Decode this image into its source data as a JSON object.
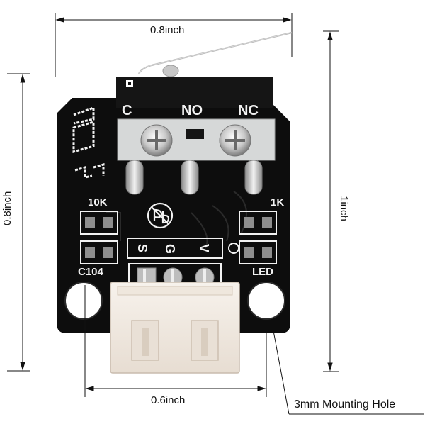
{
  "dimensions": {
    "top_width": "0.8inch",
    "left_height": "0.8inch",
    "right_height": "1inch",
    "bottom_width": "0.6inch",
    "mounting_hole": "3mm Mounting Hole"
  },
  "board_labels": {
    "c": "C",
    "no": "NO",
    "nc": "NC",
    "r10k": "10K",
    "r1k": "1K",
    "c104": "C104",
    "led": "LED",
    "s": "S",
    "g": "G",
    "v": "V"
  },
  "colors": {
    "pcb": "#0d0d0d",
    "silkscreen": "#f2f2f2",
    "connector": "#f2ebe3",
    "switch_body": "#151515",
    "switch_plate": "#d6d8d8",
    "lever": "#b9b9b9"
  }
}
